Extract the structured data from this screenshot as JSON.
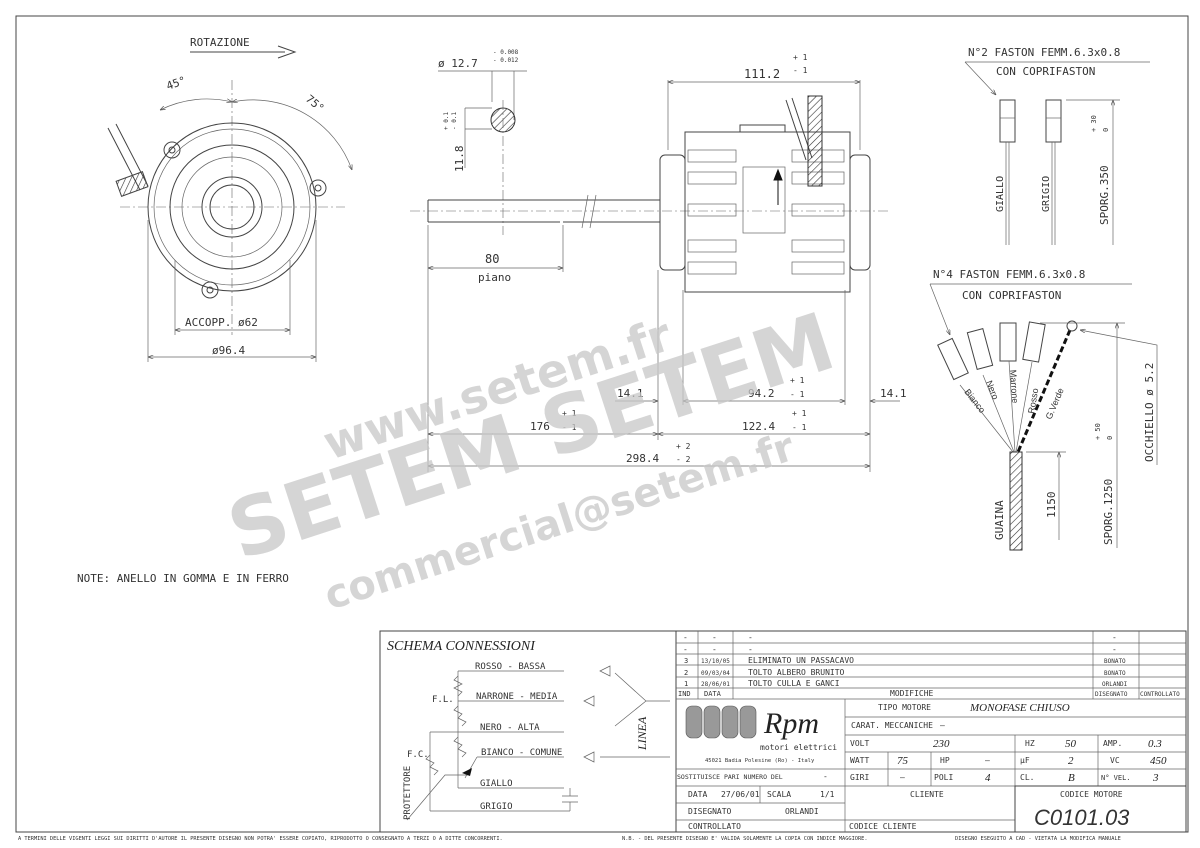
{
  "left_view": {
    "rotation_label": "ROTAZIONE",
    "angle_1": "45°",
    "angle_2": "75°",
    "accopp": "ACCOPP.  ø62",
    "diameter": "ø96.4"
  },
  "side_view": {
    "shaft_dia": "ø 12.7",
    "shaft_tol_1": "- 0.008",
    "shaft_tol_2": "- 0.012",
    "flat_dim": "11.8",
    "flat_tol_1": "+ 0.1",
    "flat_tol_2": "- 0.1",
    "length_body": "111.2",
    "tol_p1": "+ 1",
    "tol_m1": "- 1",
    "flat_len": "80",
    "flat_label": "piano",
    "dim_14_left": "14.1",
    "dim_94": "94.2",
    "dim_14_right": "14.1",
    "dim_176": "176",
    "dim_122": "122.4",
    "dim_298": "298.4",
    "tol_p2": "+ 2",
    "tol_m2": "- 2"
  },
  "wires": {
    "faston2_line1": "N°2 FASTON FEMM.6.3x0.8",
    "faston2_line2": "CON COPRIFASTON",
    "giallo": "GIALLO",
    "grigio": "GRIGIO",
    "sporg350": "SPORG.350",
    "tol30": "+ 30",
    "tol0": "0",
    "faston4_line1": "N°4 FASTON FEMM.6.3x0.8",
    "faston4_line2": "CON COPRIFASTON",
    "labels": [
      "Bianco",
      "Nero",
      "Marrone",
      "Rosso",
      "G.Verde"
    ],
    "guaina": "GUAINA",
    "dim1150": "1150",
    "sporg1250": "SPORG.1250",
    "tol50": "+ 50",
    "occhiello": "OCCHIELLO ø 5.2"
  },
  "note": "NOTE:   ANELLO IN GOMMA E IN FERRO",
  "watermark": {
    "line1": "www.setem.fr",
    "line2": "SETEM SETEM",
    "line3": "commercial@setem.fr"
  },
  "schema": {
    "title": "SCHEMA CONNESSIONI",
    "rows": [
      "ROSSO - BASSA",
      "NARRONE - MEDIA",
      "NERO - ALTA",
      "BIANCO - COMUNE",
      "GIALLO",
      "GRIGIO"
    ],
    "fl": "F.L.",
    "fc": "F.C.",
    "protettore": "PROTETTORE",
    "linea": "LINEA"
  },
  "revisions": {
    "rows": [
      {
        "ind": "-",
        "data": "-",
        "desc": "-",
        "dis": "-"
      },
      {
        "ind": "-",
        "data": "-",
        "desc": "-",
        "dis": "-"
      },
      {
        "ind": "3",
        "data": "13/10/05",
        "desc": "ELIMINATO UN PASSACAVO",
        "dis": "BONATO"
      },
      {
        "ind": "2",
        "data": "09/03/04",
        "desc": "TOLTO ALBERO BRUNITO",
        "dis": "BONATO"
      },
      {
        "ind": "1",
        "data": "28/06/01",
        "desc": "TOLTO CULLA E GANCI",
        "dis": "ORLANDI"
      }
    ],
    "headers": {
      "ind": "IND",
      "data": "DATA",
      "desc": "MODIFICHE",
      "dis": "DISEGNATO",
      "ctrl": "CONTROLLATO"
    }
  },
  "company": {
    "name": "Rpm",
    "sub": "motori elettrici",
    "address": "45021 Badia Polesine (Ro) - Italy"
  },
  "specs": {
    "tipo_label": "TIPO MOTORE",
    "tipo": "MONOFASE CHIUSO",
    "carat_label": "CARAT. MECCANICHE",
    "carat": "—",
    "volt_label": "VOLT",
    "volt": "230",
    "hz_label": "HZ",
    "hz": "50",
    "amp_label": "AMP.",
    "amp": "0.3",
    "watt_label": "WATT",
    "watt": "75",
    "hp_label": "HP",
    "hp": "—",
    "uf_label": "µF",
    "uf": "2",
    "vc_label": "VC",
    "vc": "450",
    "giri_label": "GIRI",
    "giri": "—",
    "poli_label": "POLI",
    "poli": "4",
    "cl_label": "CL.",
    "cl": "B",
    "vel_label": "N° VEL.",
    "vel": "3"
  },
  "block": {
    "sostituisce": "SOSTITUISCE PARI NUMERO DEL",
    "sostituisce_val": "-",
    "data_label": "DATA",
    "data": "27/06/01",
    "scala_label": "SCALA",
    "scala": "1/1",
    "disegnato_label": "DISEGNATO",
    "disegnato": "ORLANDI",
    "controllato_label": "CONTROLLATO",
    "cliente_label": "CLIENTE",
    "codice_cliente_label": "CODICE CLIENTE",
    "codice_motore_label": "CODICE MOTORE",
    "codice_motore": "C0101.03"
  },
  "footer": {
    "left": "A TERMINI DELLE VIGENTI LEGGI SUI DIRITTI D'AUTORE IL PRESENTE DISEGNO NON POTRA' ESSERE COPIATO, RIPRODOTTO O CONSEGNATO A TERZI O A DITTE CONCORRENTI.",
    "mid": "N.B. - DEL PRESENTE DISEGNO E' VALIDA SOLAMENTE LA COPIA CON INDICE MAGGIORE.",
    "right": "DISEGNO ESEGUITO A CAD - VIETATA LA MODIFICA MANUALE"
  }
}
